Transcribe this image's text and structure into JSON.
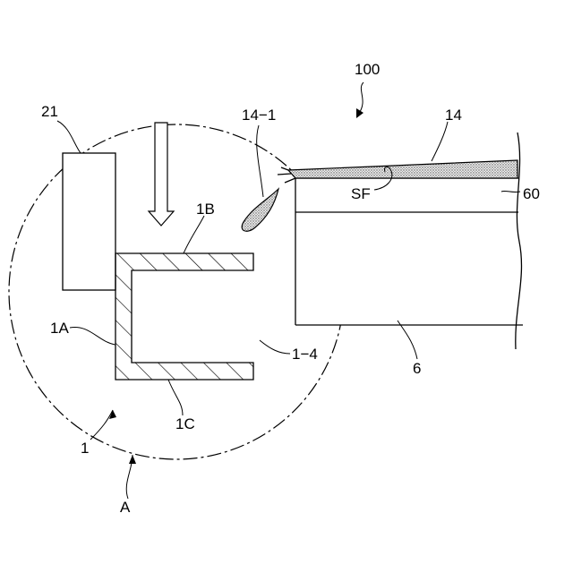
{
  "labels": {
    "assembly": "100",
    "part_21": "21",
    "part_14_1": "14−1",
    "part_14": "14",
    "part_1B": "1B",
    "part_SF": "SF",
    "part_60": "60",
    "part_1A": "1A",
    "part_1_4": "1−4",
    "part_6": "6",
    "part_1C": "1C",
    "part_1": "1",
    "detail_A": "A"
  }
}
